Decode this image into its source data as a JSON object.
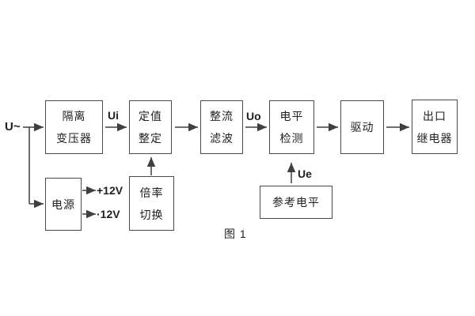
{
  "diagram": {
    "caption": "图 1",
    "input_label": "U~",
    "signal_labels": {
      "ui": "Ui",
      "uo": "Uo",
      "ue": "Ue"
    },
    "power_rails": {
      "positive": "+12V",
      "negative": "·12V"
    },
    "blocks": {
      "isolation_transformer": {
        "lines": [
          "隔离",
          "变压器"
        ]
      },
      "setpoint_setting": {
        "lines": [
          "定值",
          "整定"
        ]
      },
      "rectifier_filter": {
        "lines": [
          "整流",
          "滤波"
        ]
      },
      "level_detection": {
        "lines": [
          "电平",
          "检测"
        ]
      },
      "driver": {
        "lines": [
          "驱动"
        ]
      },
      "output_relay": {
        "lines": [
          "出口",
          "继电器"
        ]
      },
      "power_supply": {
        "lines": [
          "电源"
        ]
      },
      "ratio_switching": {
        "lines": [
          "倍率",
          "切换"
        ]
      },
      "reference_level": {
        "lines": [
          "参考电平"
        ]
      }
    },
    "colors": {
      "line": "#3f3f3f",
      "box_border": "#4a4a4a",
      "text": "#1f1f1f",
      "background": "#ffffff"
    }
  }
}
